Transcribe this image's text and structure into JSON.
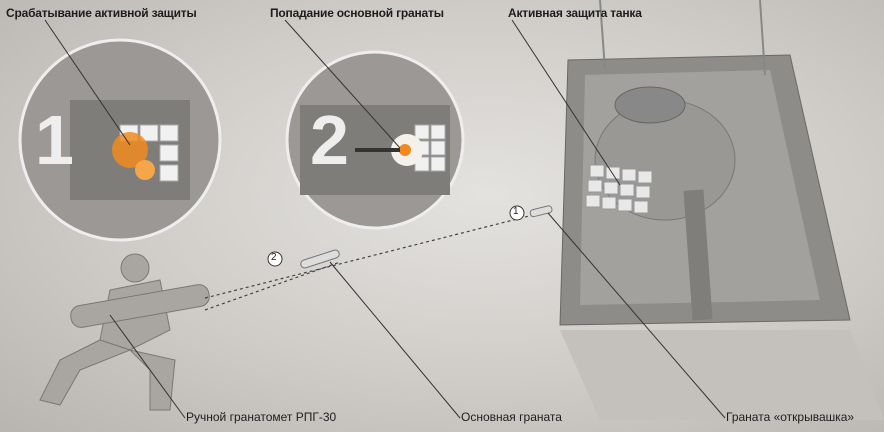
{
  "labels": {
    "active_protection_trigger": "Срабатывание активной защиты",
    "main_grenade_hit": "Попадание основной гранаты",
    "tank_active_protection": "Активная защита танка",
    "launcher": "Ручной гранатомет РПГ-30",
    "main_grenade": "Основная граната",
    "opener_grenade": "Граната «открывашка»"
  },
  "steps": {
    "one": "1",
    "two": "2"
  },
  "colors": {
    "explosion": "#f08a1e",
    "background": "#d6d3cf",
    "tank": "#8f8d89"
  }
}
